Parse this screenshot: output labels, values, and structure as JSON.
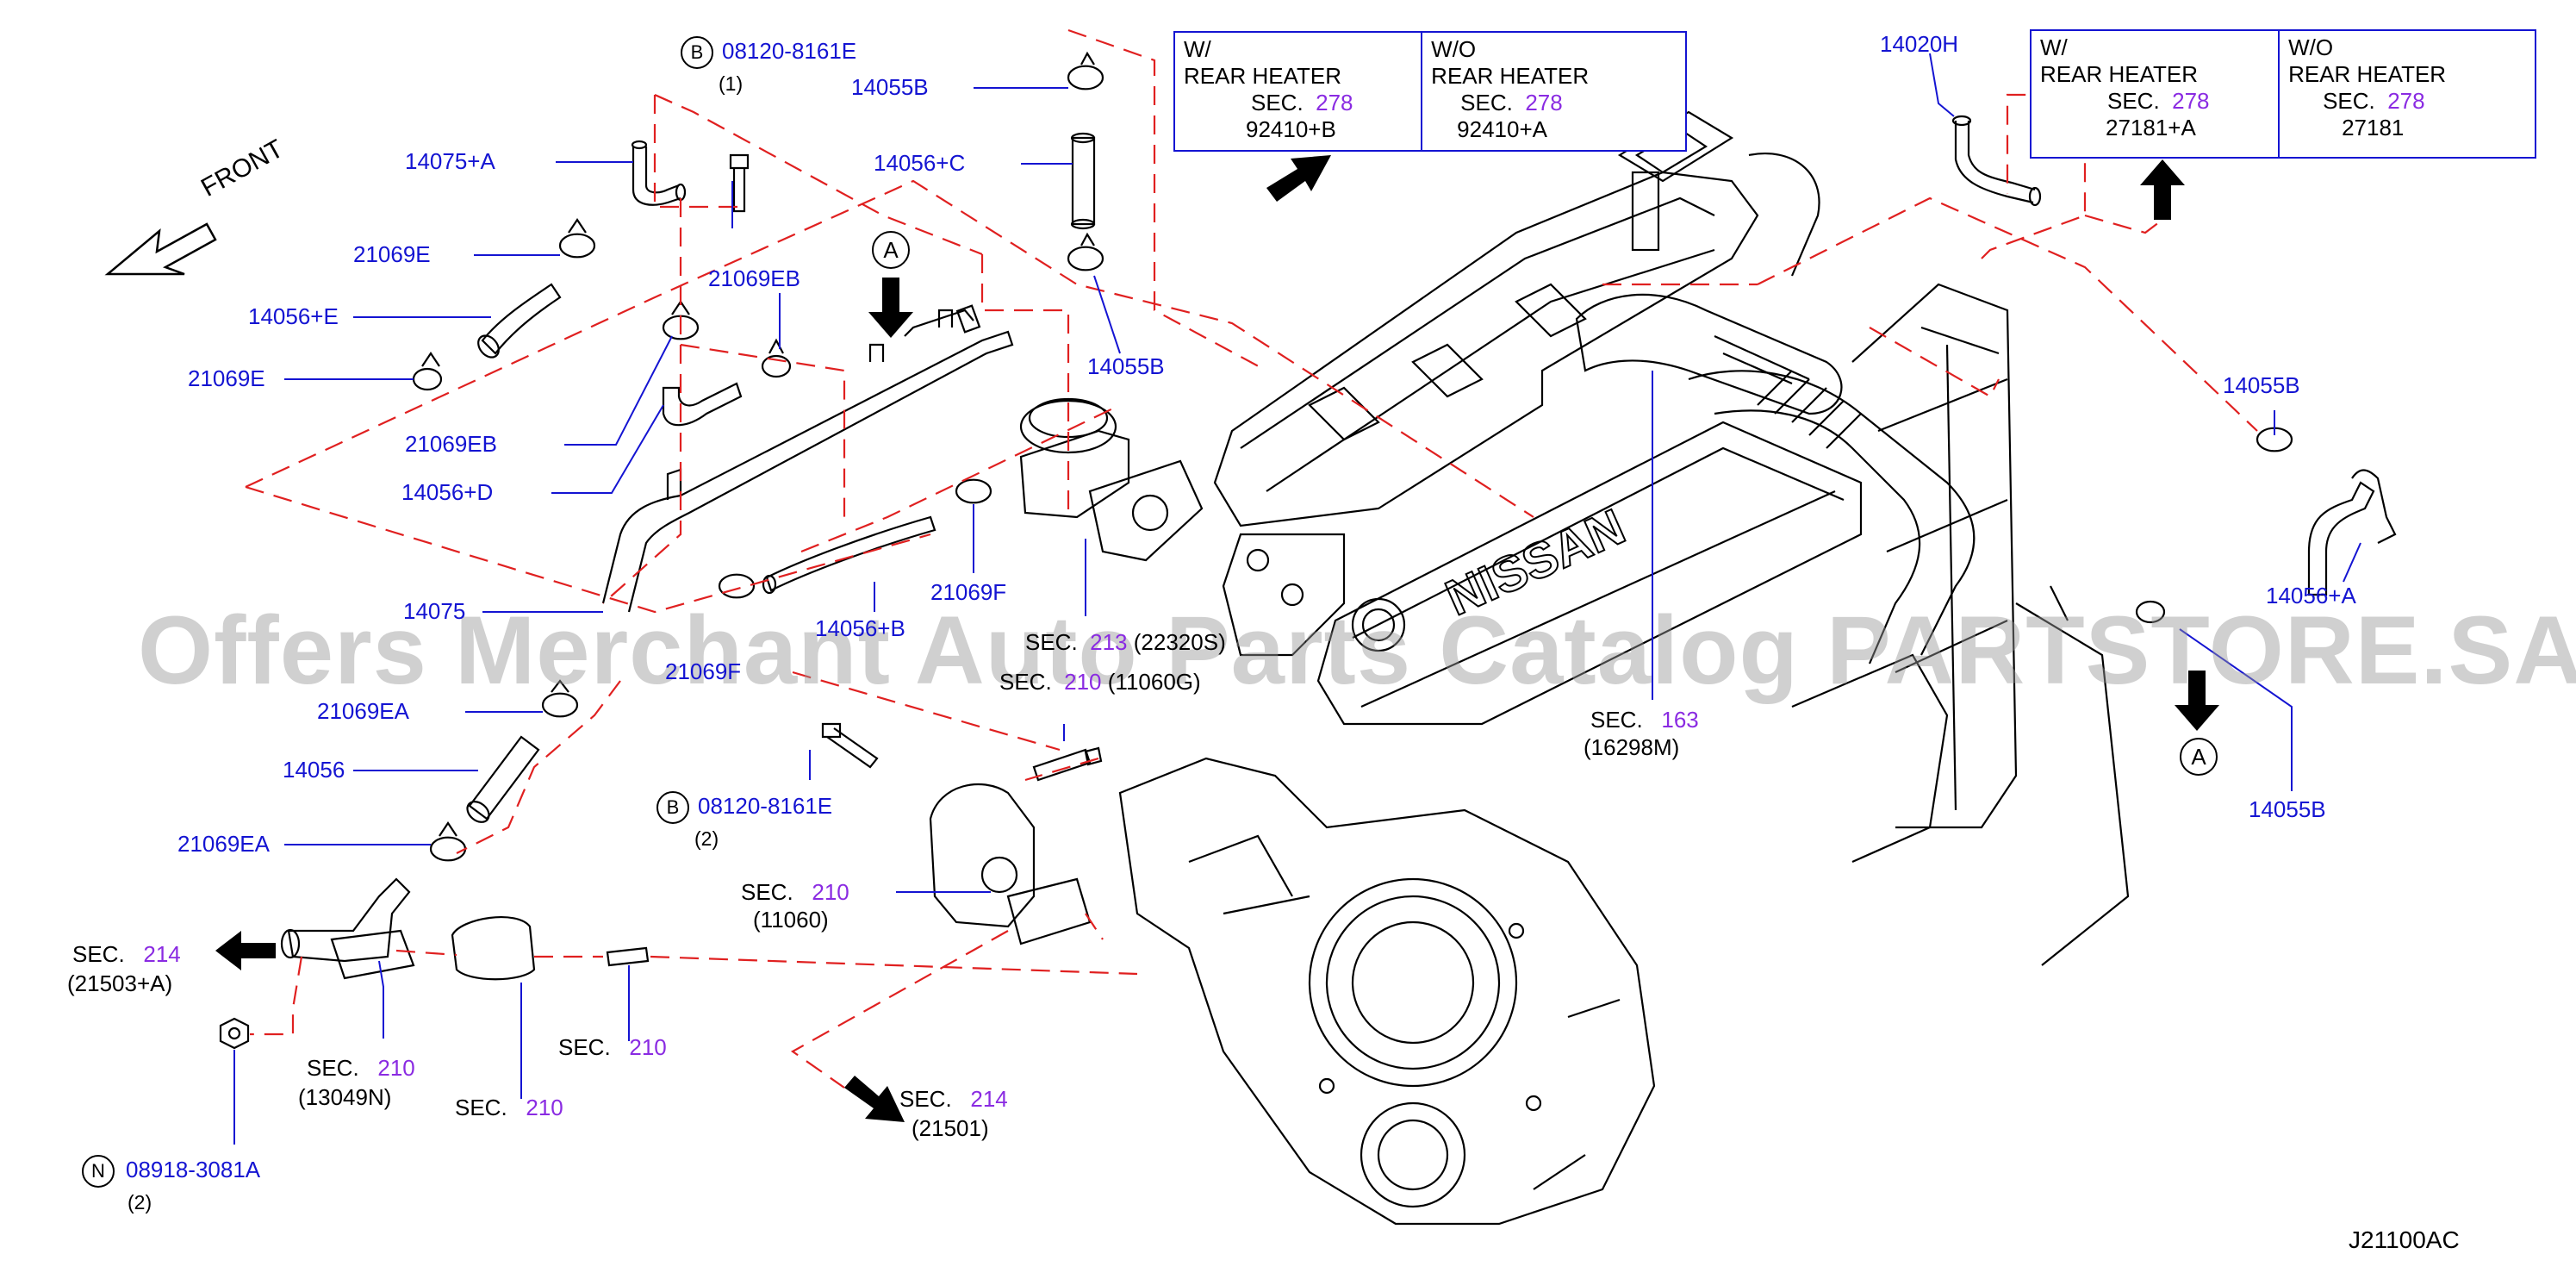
{
  "watermark": "Offers Merchant Auto Parts Catalog PARTSTORE.SA",
  "diagram_code": "J21100AC",
  "front_label": "FRONT",
  "markers": {
    "a_top": "A",
    "a_right": "A",
    "b_top": "B",
    "b_bottom": "B",
    "n_bottom": "N"
  },
  "part_labels": {
    "p14075A": "14075+A",
    "p21069E_top": "21069E",
    "p14056E": "14056+E",
    "p21069E_bottom": "21069E",
    "p21069EB_right": "21069EB",
    "p21069EB_left": "21069EB",
    "p14056D": "14056+D",
    "p14075": "14075",
    "p21069EA_top": "21069EA",
    "p14056": "14056",
    "p21069EA_bottom": "21069EA",
    "p14055B_top": "14055B",
    "p14056C": "14056+C",
    "p14055B_mid": "14055B",
    "p21069F": "21069F",
    "p14056B": "14056+B",
    "p21069F_partial": "21069F",
    "p14020H": "14020H",
    "p14055B_right": "14055B",
    "p14056A": "14056+A",
    "p14055B_bottom": "14055B",
    "bolt_top": "08120-8161E",
    "bolt_top_qty": "(1)",
    "bolt_bottom": "08120-8161E",
    "bolt_bottom_qty": "(2)",
    "nut": "08918-3081A",
    "nut_qty": "(2)"
  },
  "section_refs": {
    "sec_word": "SEC.",
    "s213": {
      "num": "213",
      "code": "(22320S)"
    },
    "s210_a": {
      "num": "210",
      "code": "(11060G)"
    },
    "s163": {
      "num": "163",
      "code": "(16298M)"
    },
    "s210_b": {
      "num": "210",
      "code": "(11060)"
    },
    "s214_left": {
      "num": "214",
      "code": "(21503+A)"
    },
    "s210_c": {
      "num": "210",
      "code": "(13049N)"
    },
    "s210_d": {
      "num": "210"
    },
    "s210_e": {
      "num": "210"
    },
    "s214_bottom": {
      "num": "214",
      "code": "(21501)"
    }
  },
  "table_left": {
    "with_label": "W/",
    "without_label": "W/O",
    "rear_heater": "REAR   HEATER",
    "sec_word": "SEC.",
    "sec_num": "278",
    "with_part": "92410+B",
    "without_part": "92410+A"
  },
  "table_right": {
    "with_label": "W/",
    "without_label": "W/O",
    "rear_heater": "REAR   HEATER",
    "sec_word": "SEC.",
    "sec_num": "278",
    "with_part": "27181+A",
    "without_part": "27181"
  },
  "engine_logo": "NISSAN",
  "colors": {
    "part_number": "#1414d2",
    "section_number": "#8a2be2",
    "leader_line": "#1414d2",
    "dashed_line": "#e02020",
    "drawing": "#000000"
  }
}
